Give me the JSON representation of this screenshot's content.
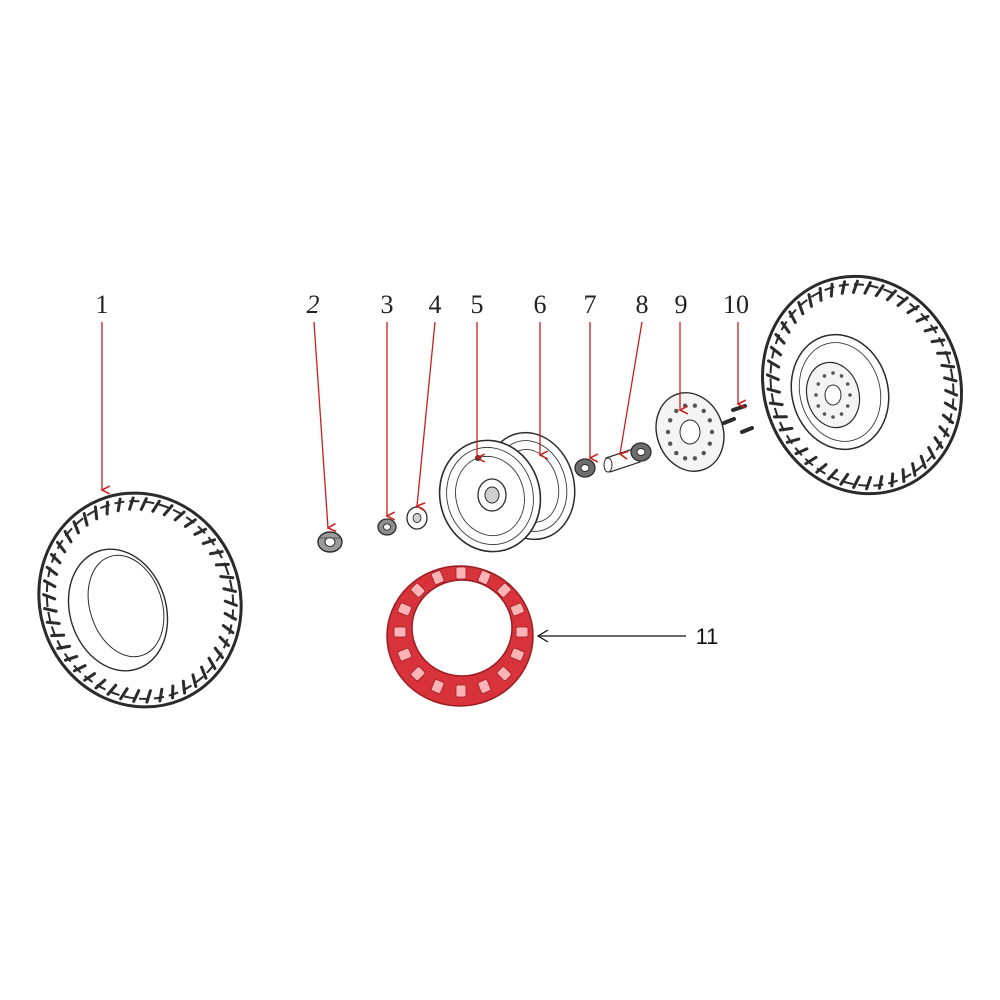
{
  "colors": {
    "leader_red": "#c8201f",
    "leader_black": "#111111",
    "highlight_part": "#d8333a",
    "line_art": "#2b2b2b"
  },
  "callouts": [
    {
      "id": "1",
      "label": "1"
    },
    {
      "id": "2",
      "label": "2"
    },
    {
      "id": "3",
      "label": "3"
    },
    {
      "id": "4",
      "label": "4"
    },
    {
      "id": "5",
      "label": "5"
    },
    {
      "id": "6",
      "label": "6"
    },
    {
      "id": "7",
      "label": "7"
    },
    {
      "id": "8",
      "label": "8"
    },
    {
      "id": "9",
      "label": "9"
    },
    {
      "id": "10",
      "label": "10"
    },
    {
      "id": "11",
      "label": "11"
    }
  ],
  "icons": [
    "tire-icon",
    "lug-nut-icon",
    "washer-icon",
    "rim-icon",
    "bearing-icon",
    "axle-spacer-icon",
    "brake-disc-icon",
    "bolt-icon",
    "beadlock-ring-icon",
    "assembled-wheel-icon"
  ]
}
